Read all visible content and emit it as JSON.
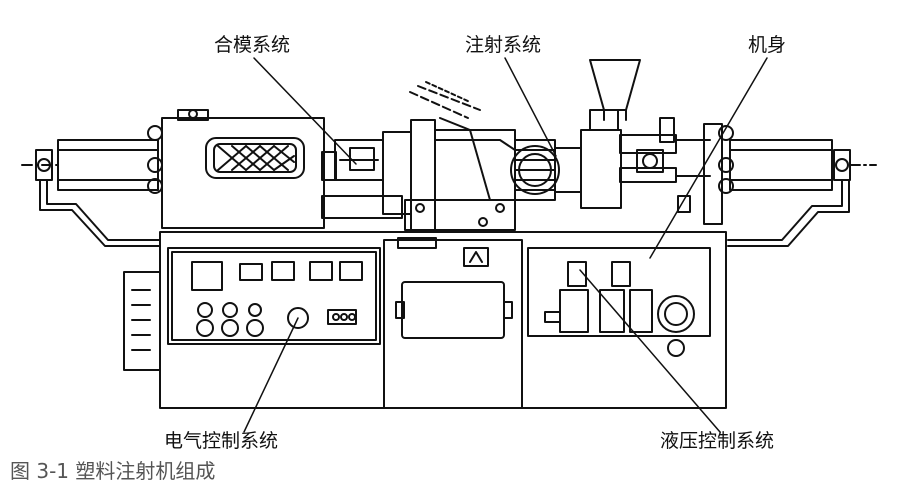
{
  "labels": {
    "mold_clamping": "合模系统",
    "injection": "注射系统",
    "machine_body": "机身",
    "electrical_control": "电气控制系统",
    "hydraulic_control": "液压控制系统"
  },
  "caption": "图 3-1 塑料注射机组成"
}
